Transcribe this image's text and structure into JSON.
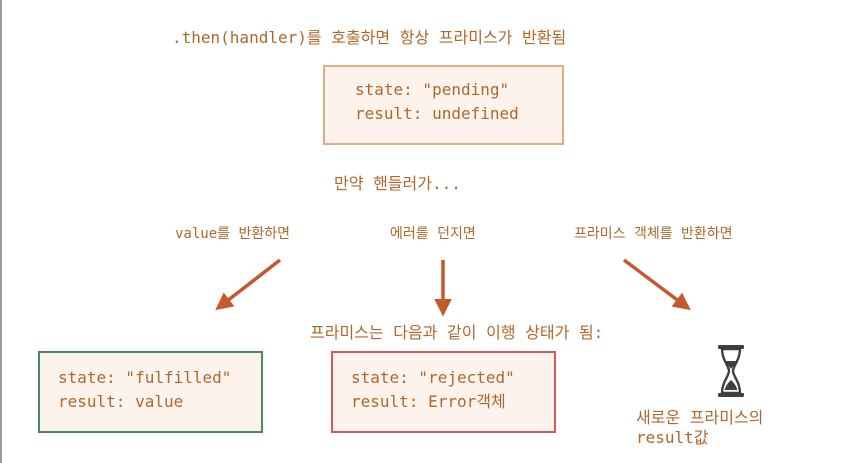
{
  "title": ".then(handler)를 호출하면 항상 프라미스가 반환됨",
  "pending_box": {
    "state_line": "state: \"pending\"",
    "result_line": "result: undefined"
  },
  "maybe_text": "만약 핸들러가...",
  "labels": {
    "value": "value를 반환하면",
    "error": "에러를 던지면",
    "promise": "프라미스 객체를 반환하면"
  },
  "next_state_text": "프라미스는 다음과 같이 이행 상태가 됨:",
  "fulfilled_box": {
    "state_line": "state: \"fulfilled\"",
    "result_line": "result: value"
  },
  "rejected_box": {
    "state_line": "state: \"rejected\"",
    "result_line": "result: Error객체"
  },
  "new_promise_text": {
    "line1": "새로운 프라미스의",
    "line2": "result값"
  },
  "colors": {
    "text": "#b0672c",
    "arrow": "#c4592c",
    "pending_border": "#e2ad86",
    "fulfilled_border": "#4b8a5f",
    "rejected_border": "#d05a5f",
    "box_fill": "#fbf3ec",
    "hourglass": "#3f3f3f"
  },
  "icons": {
    "hourglass": "hourglass-icon",
    "arrow": "arrow-down-icon"
  }
}
